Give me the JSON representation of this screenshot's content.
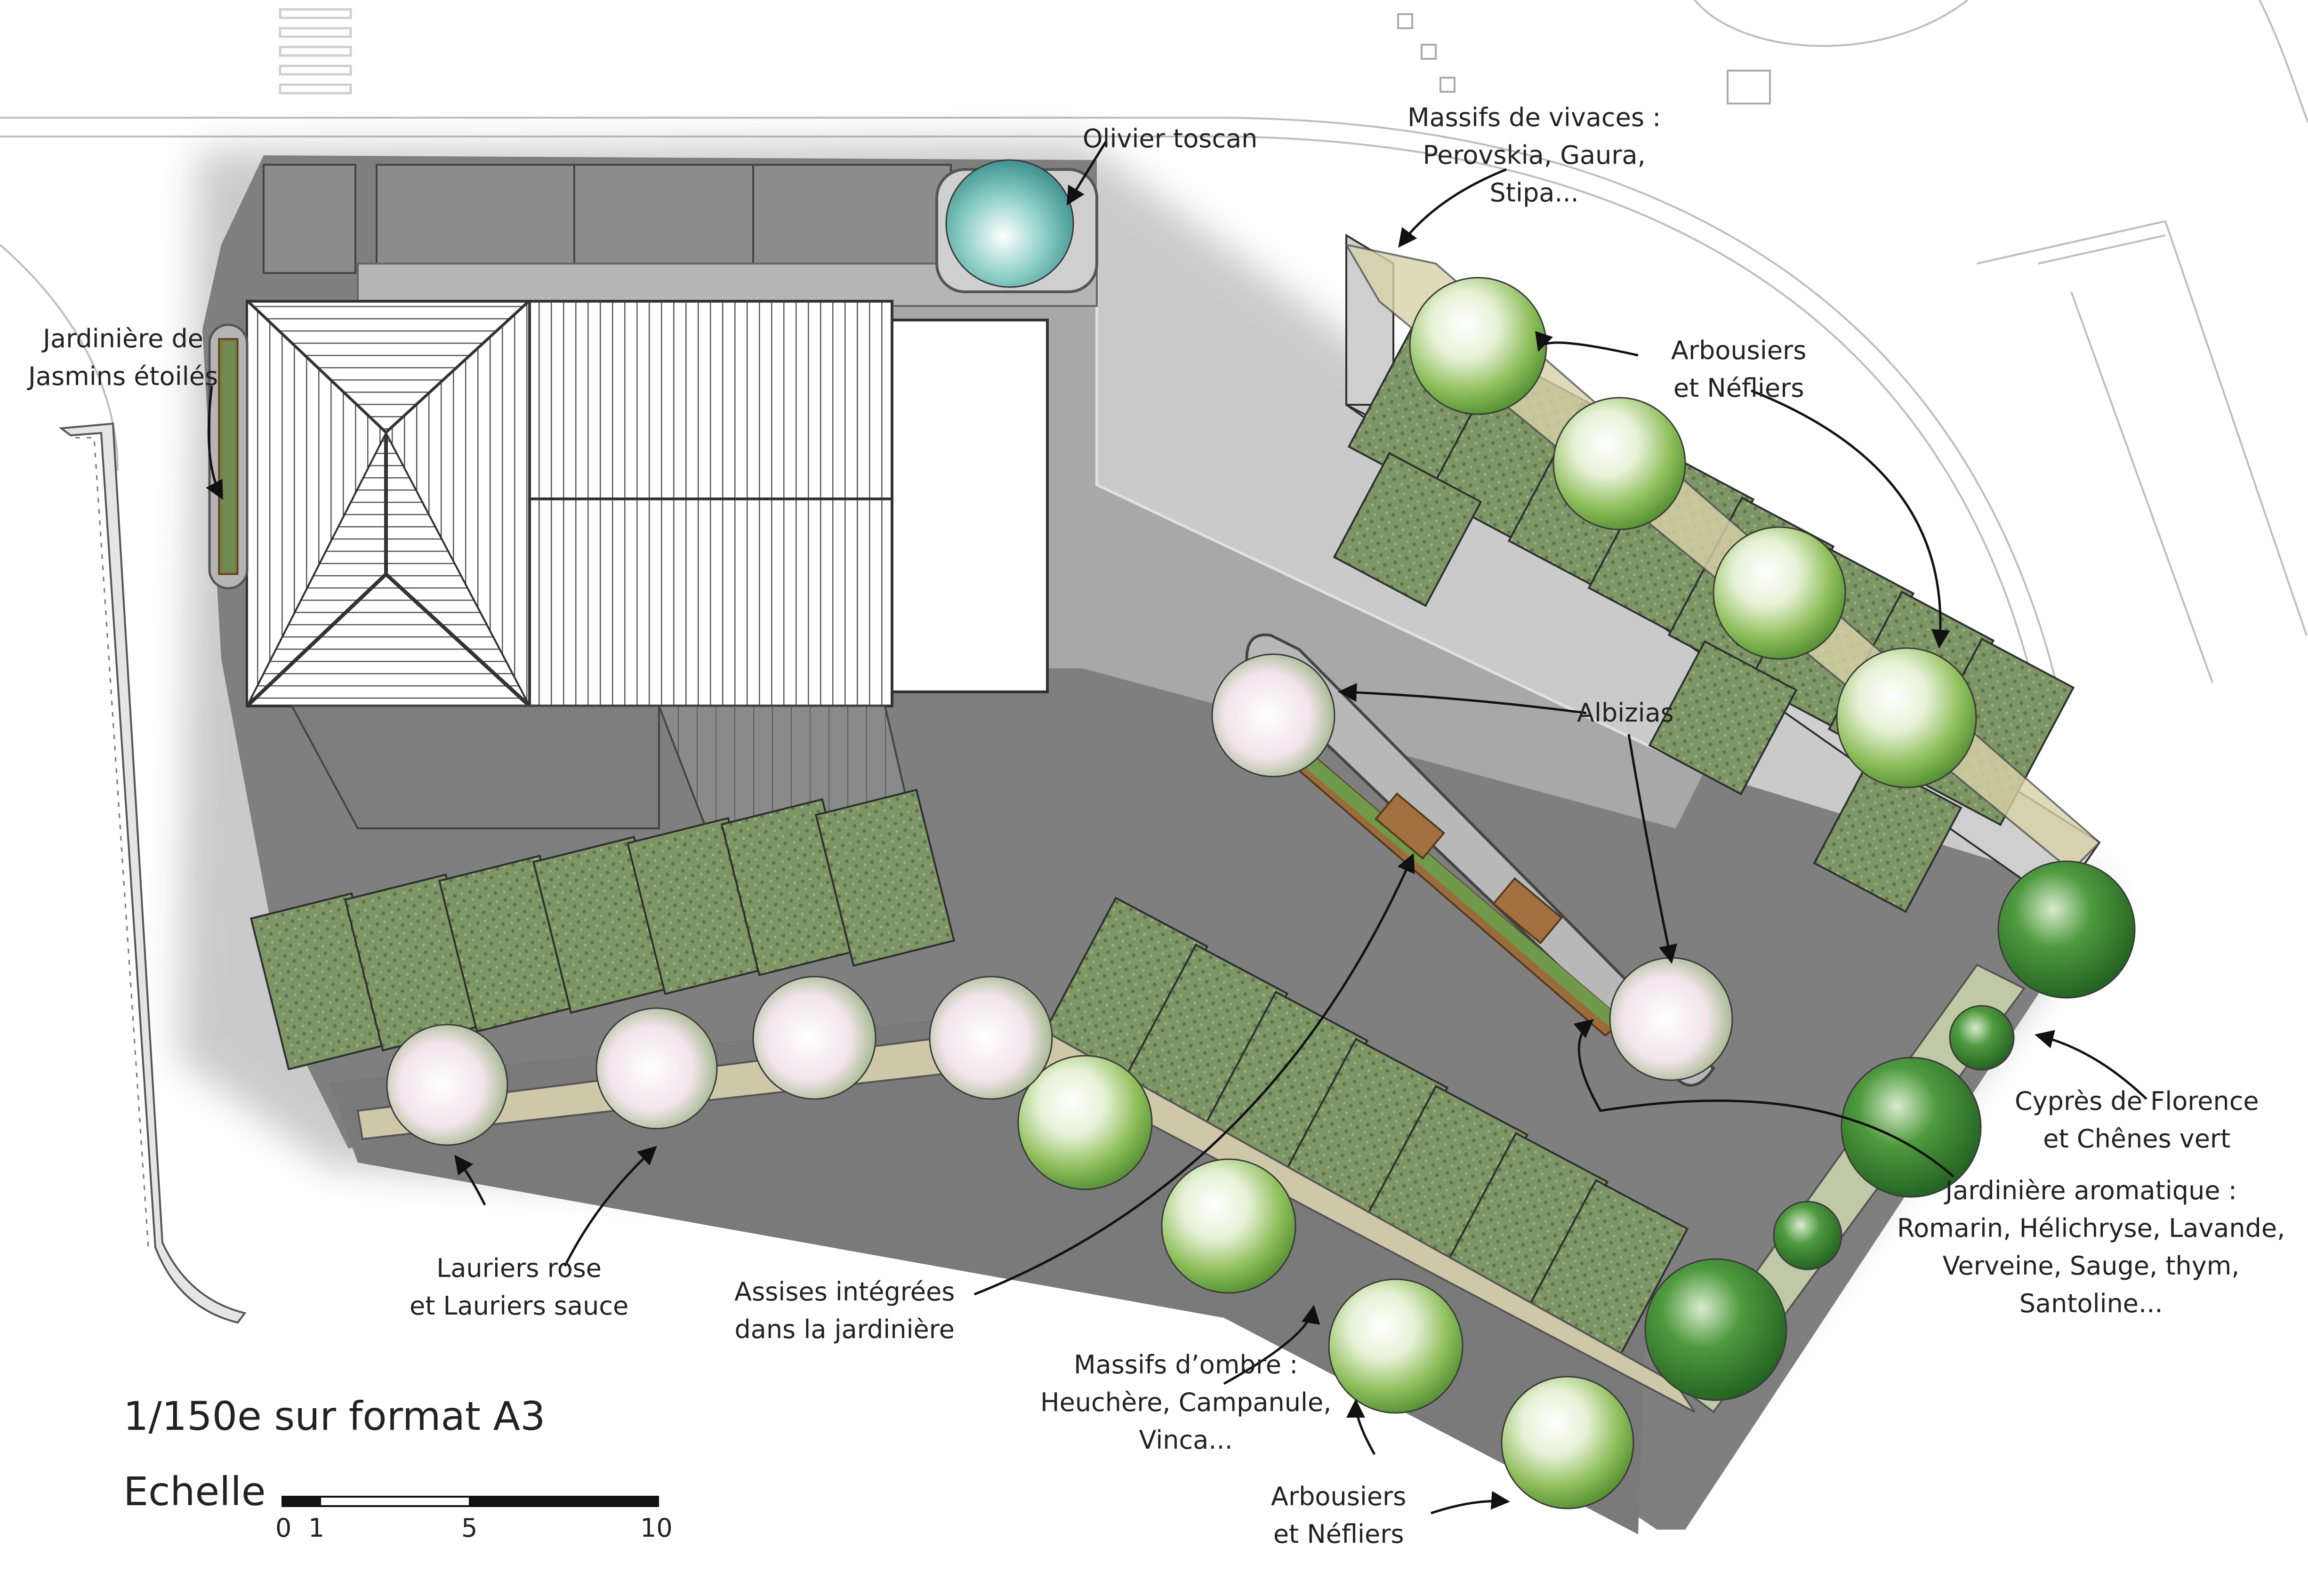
{
  "map": {
    "scale_title": "1/150e sur format A3",
    "scale_label": "Echelle",
    "scale_ticks": [
      "0",
      "1",
      "5",
      "10"
    ],
    "colors": {
      "pavement": "#7f7f7f",
      "path": "#a9a9a9",
      "lawn": "#7d9465",
      "tree_light": "#9cc46b",
      "tree_dark": "#2f7a2b",
      "olive": "#3aa5a0"
    },
    "labels": {
      "olivier": [
        "Olivier toscan"
      ],
      "vivaces": [
        "Massifs de vivaces :",
        "Perovskia, Gaura,",
        "Stipa..."
      ],
      "jasmins": [
        "Jardinière de",
        "Jasmins étoilés"
      ],
      "arbousiers_top": [
        "Arbousiers",
        "et Néfliers"
      ],
      "albizias": [
        "Albizias"
      ],
      "cypres": [
        "Cyprès de Florence",
        "et Chênes vert"
      ],
      "aromatique": [
        "Jardinière  aromatique :",
        "Romarin, Hélichryse, Lavande,",
        "Verveine, Sauge, thym,",
        "Santoline..."
      ],
      "lauriers": [
        "Lauriers rose",
        "et Lauriers sauce"
      ],
      "assises": [
        "Assises intégrées",
        "dans la jardinière"
      ],
      "ombre": [
        "Massifs d’ombre :",
        "Heuchère, Campanule,",
        "Vinca..."
      ],
      "arbousiers_bottom": [
        "Arbousiers",
        "et Néfliers"
      ]
    }
  }
}
